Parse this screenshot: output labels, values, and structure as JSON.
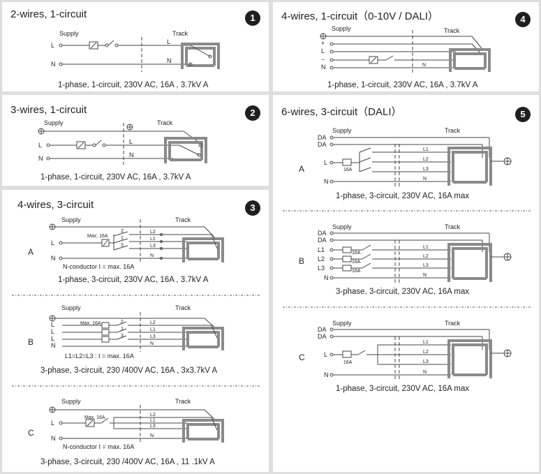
{
  "panels": [
    {
      "number": "1",
      "title": "2-wires, 1-circuit",
      "variants": [
        {
          "caption": "1-phase, 1-circuit, 230V AC, 16A      , 3.7kV  A",
          "labels": {
            "supply": "Supply",
            "track": "Track",
            "L": "L",
            "N": "N",
            "trackL": "L",
            "trackN": "N"
          }
        }
      ]
    },
    {
      "number": "2",
      "title": "3-wires, 1-circuit",
      "variants": [
        {
          "caption": "1-phase, 1-circuit, 230V AC, 16A      , 3.7kV  A",
          "labels": {
            "supply": "Supply",
            "track": "Track",
            "L": "L",
            "N": "N",
            "trackL": "L",
            "trackN": "N"
          }
        }
      ]
    },
    {
      "number": "3",
      "title": "4-wires, 3-circuit",
      "variants": [
        {
          "letter": "A",
          "caption": "1-phase, 3-circuit, 230V AC, 16A      , 3.7kV  A",
          "note": "N-conductor I = max. 16A",
          "fuse": "Max. 16A",
          "labels": {
            "supply": "Supply",
            "track": "Track",
            "L": "L",
            "N": "N",
            "L1": "L1",
            "L2": "L2",
            "L3": "L3",
            "s1": "1",
            "s2": "2",
            "s3": "3"
          }
        },
        {
          "letter": "B",
          "caption": "3-phase, 3-circuit, 230      /400V AC, 16A     , 3x3.7kV  A",
          "note": "L1=L2=L3 : I = max. 16A",
          "fuse": "Max. 16A",
          "labels": {
            "supply": "Supply",
            "track": "Track",
            "L": "L",
            "N": "N",
            "L1": "L1",
            "L2": "L2",
            "L3": "L3",
            "s1": "1",
            "s2": "2",
            "s3": "3"
          }
        },
        {
          "letter": "C",
          "caption": "3-phase, 3-circuit, 230      /400V AC, 16A     , 11 .1kV A",
          "note": "N-conductor I = max. 16A",
          "fuse": "Max. 16A",
          "labels": {
            "supply": "Supply",
            "track": "Track",
            "L": "L",
            "N": "N",
            "L1": "L1",
            "L2": "L2",
            "L3": "L3"
          }
        }
      ]
    },
    {
      "number": "4",
      "title": "4-wires, 1-circuit（0-10V / DALI）",
      "variants": [
        {
          "caption": "1-phase, 1-circuit, 230V AC, 16A      , 3.7kV  A",
          "labels": {
            "supply": "Supply",
            "track": "Track",
            "plus": "+",
            "L": "L",
            "minus": "−",
            "N": "N",
            "trackN": "N"
          }
        }
      ]
    },
    {
      "number": "5",
      "title": "6-wires, 3-circuit（DALI）",
      "variants": [
        {
          "letter": "A",
          "caption": "1-phase, 3-circuit, 230V AC, 16A max",
          "fuse": "16A",
          "labels": {
            "supply": "Supply",
            "track": "Track",
            "DA": "DA",
            "L": "L",
            "N": "N",
            "L1": "L1",
            "L2": "L2",
            "L3": "L3"
          }
        },
        {
          "letter": "B",
          "caption": "3-phase, 3-circuit, 230V AC, 16A max",
          "fuse": "16A",
          "labels": {
            "supply": "Supply",
            "track": "Track",
            "DA": "DA",
            "L1": "L1",
            "L2": "L2",
            "L3": "L3",
            "N": "N"
          }
        },
        {
          "letter": "C",
          "caption": "1-phase, 3-circuit, 230V AC, 16A max",
          "fuse": "16A",
          "labels": {
            "supply": "Supply",
            "track": "Track",
            "DA": "DA",
            "L": "L",
            "N": "N",
            "L1": "L1",
            "L2": "L2",
            "L3": "L3"
          }
        }
      ]
    }
  ]
}
